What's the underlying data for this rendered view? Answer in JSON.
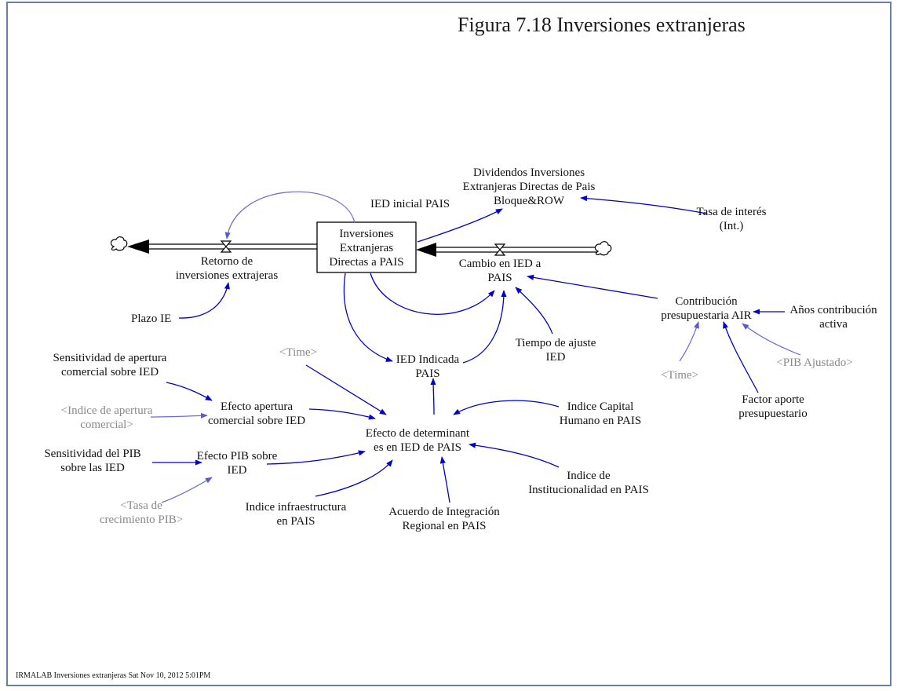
{
  "figure_title": "Figura 7.18 Inversiones extranjeras",
  "footer": "IRMALAB Inversiones extranjeras   Sat Nov 10, 2012 5:01PM",
  "stock": {
    "line1": "Inversiones",
    "line2": "Extranjeras",
    "line3": "Directas a PAIS"
  },
  "flows": {
    "retorno": [
      "Retorno de",
      "inversiones extrajeras"
    ],
    "cambio": [
      "Cambio en IED a",
      "PAIS"
    ]
  },
  "variables": {
    "dividendos": [
      "Dividendos Inversiones",
      "Extranjeras Directas de Pais",
      "Bloque&ROW"
    ],
    "ied_inicial": "IED inicial PAIS",
    "tasa_interes": [
      "Tasa de interés",
      "(Int.)"
    ],
    "plazo_ie": "Plazo IE",
    "contribucion": [
      "Contribución",
      "presupuestaria AIR"
    ],
    "anos_contribucion": [
      "Años contribución",
      "activa"
    ],
    "tiempo_ajuste": [
      "Tiempo de ajuste",
      "IED"
    ],
    "ied_indicada": [
      "IED Indicada",
      "PAIS"
    ],
    "time1": "<Time>",
    "time2": "<Time>",
    "pib_ajustado": "<PIB Ajustado>",
    "factor_aporte": [
      "Factor aporte",
      "presupuestario"
    ],
    "sens_apertura": [
      "Sensitividad de apertura",
      "comercial sobre IED"
    ],
    "indice_apertura": [
      "<Indice de apertura",
      "comercial>"
    ],
    "efecto_apertura": [
      "Efecto apertura",
      "comercial sobre IED"
    ],
    "efecto_determinantes": [
      "Efecto de determinant",
      "es en IED de PAIS"
    ],
    "indice_capital": [
      "Indice Capital",
      "Humano en PAIS"
    ],
    "sens_pib": [
      "Sensitividad del PIB",
      "sobre las IED"
    ],
    "efecto_pib": [
      "Efecto PIB sobre",
      "IED"
    ],
    "indice_institucionalidad": [
      "Indice de",
      "Institucionalidad en PAIS"
    ],
    "tasa_crecimiento": [
      "<Tasa de",
      "crecimiento PIB>"
    ],
    "indice_infraestructura": [
      "Indice infraestructura",
      "en PAIS"
    ],
    "acuerdo_integracion": [
      "Acuerdo de Integración",
      "Regional en PAIS"
    ]
  },
  "colors": {
    "link": "#0000cc",
    "shadow_variable": "#8a8a8a",
    "frame": "#6a7fa3"
  }
}
